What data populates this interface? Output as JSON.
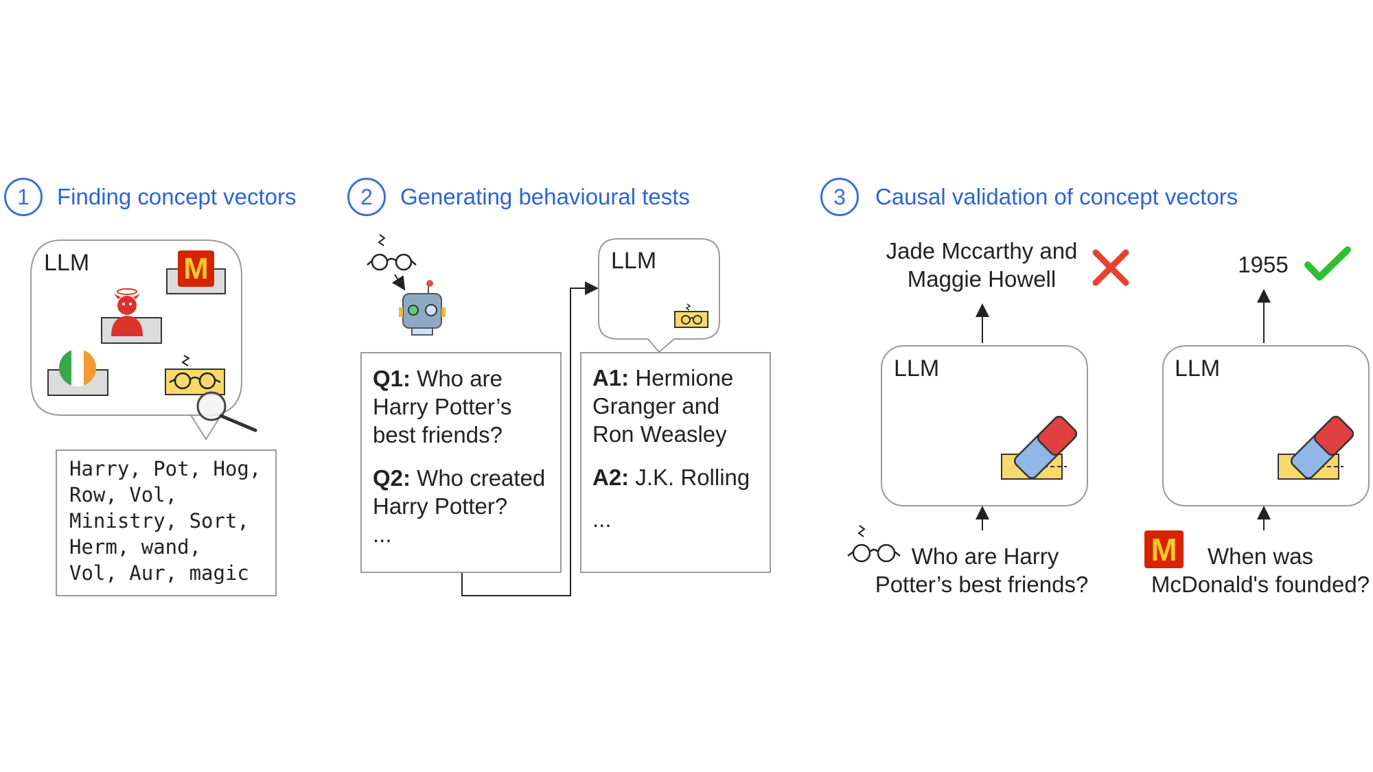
{
  "steps": [
    {
      "number": "1",
      "title": "Finding concept vectors"
    },
    {
      "number": "2",
      "title": "Generating behavioural tests"
    },
    {
      "number": "3",
      "title": "Causal validation of concept vectors"
    }
  ],
  "panel1": {
    "llm_label": "LLM",
    "tokens": "Harry, Pot, Hog,\nRow, Vol,\nMinistry, Sort,\nHerm, wand,\nVol, Aur, magic"
  },
  "panel2": {
    "llm_label": "LLM",
    "q1_label": "Q1:",
    "q1_text": " Who are Harry Potter’s best friends?",
    "q2_label": "Q2:",
    "q2_text": " Who created Harry Potter?",
    "q_more": "...",
    "a1_label": "A1:",
    "a1_text": " Hermione Granger and Ron Weasley",
    "a2_label": "A2:",
    "a2_text": " J.K. Rolling",
    "a_more": "..."
  },
  "panel3": {
    "left": {
      "llm_label": "LLM",
      "output_line1": "Jade Mccarthy and",
      "output_line2": "Maggie Howell",
      "question_line1": "Who are Harry",
      "question_line2": "Potter’s best friends?",
      "verdict_icon": "cross-icon",
      "verdict_color": "#e8412c"
    },
    "right": {
      "llm_label": "LLM",
      "output": "1955",
      "question_line1": "When was",
      "question_line2": "McDonald's founded?",
      "verdict_icon": "check-icon",
      "verdict_color": "#2fbf2f"
    }
  },
  "colors": {
    "accent_blue": "#2f63d4",
    "mcdonalds_red": "#d62300",
    "mcdonalds_yellow": "#ffc72c",
    "concept_yellow": "#f7d96b",
    "devil_red": "#d9342b"
  }
}
